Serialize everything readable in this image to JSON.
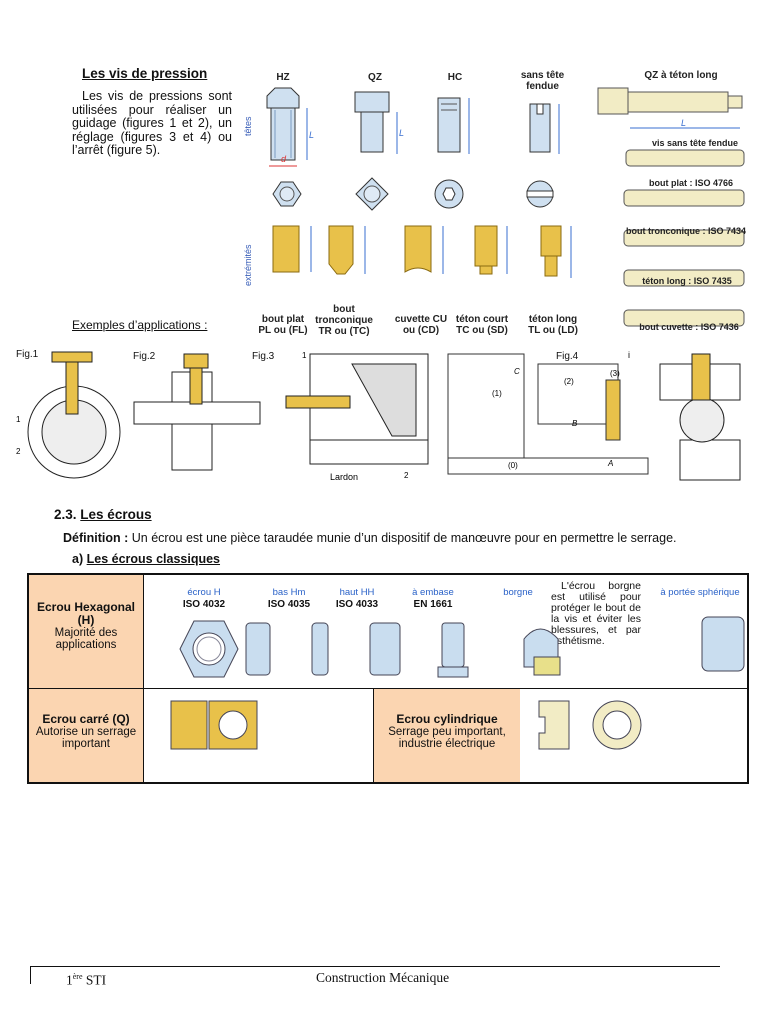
{
  "section1": {
    "title": "Les vis de pression",
    "intro": "Les vis de pressions sont utilisées pour réaliser un guidage (figures 1 et 2), un réglage (figures 3 et 4) ou l’arrêt (figure 5).",
    "col_headers": [
      "HZ",
      "QZ",
      "HC",
      "sans tête fendue",
      "QZ à téton long"
    ],
    "row_labels": [
      "têtes",
      "extrémités"
    ],
    "dim_labels": {
      "d": "d",
      "L": "L"
    },
    "tip_types": [
      "bout plat PL ou (FL)",
      "bout tronconique TR ou (TC)",
      "cuvette CU ou (CD)",
      "téton court TC ou (SD)",
      "téton long TL ou (LD)"
    ],
    "right_labels": [
      "vis sans tête fendue",
      "bout plat : ISO 4766",
      "bout tronconique : ISO 7434",
      "téton long : ISO 7435",
      "bout cuvette : ISO 7436"
    ],
    "examples_label": "Exemples d’applications :",
    "figs": [
      "Fig.1",
      "Fig.2",
      "Fig.3",
      "Fig.4"
    ],
    "fig_callouts": [
      "1",
      "2",
      "1",
      "2",
      "Lardon",
      "i",
      "C",
      "(2)",
      "(3)",
      "(1)",
      "B",
      "A",
      "(0)"
    ]
  },
  "section2": {
    "number": "2.3.",
    "title": "Les écrous",
    "definition_label": "Définition :",
    "definition": "Un écrou est une pièce taraudée munie d’un dispositif de manœuvre pour en permettre le serrage.",
    "sub_number": "a)",
    "sub_title": "Les écrous classiques"
  },
  "table": {
    "hex": {
      "title": "Ecrou Hexagonal (H)",
      "desc": "Majorité des applications",
      "types": [
        {
          "name": "écrou H",
          "iso": "ISO 4032"
        },
        {
          "name": "bas Hm",
          "iso": "ISO 4035"
        },
        {
          "name": "haut HH",
          "iso": "ISO 4033"
        },
        {
          "name": "à embase",
          "iso": "EN 1661"
        },
        {
          "name": "borgne",
          "iso": ""
        },
        {
          "name": "à portée sphérique",
          "iso": ""
        }
      ],
      "borgne_note": "L'écrou borgne est utilisé pour protéger le bout de la vis et éviter les blessures, et par esthétisme."
    },
    "square": {
      "title": "Ecrou carré (Q)",
      "desc": "Autorise un serrage important"
    },
    "cyl": {
      "title": "Ecrou cylindrique",
      "desc": "Serrage peu important, industrie électrique"
    }
  },
  "footer": {
    "class_num": "1",
    "class_sup": "ère",
    "class_name": "STI",
    "subject": "Construction Mécanique"
  },
  "colors": {
    "brass": "#e8c14a",
    "steel": "#c9ddef",
    "orange": "#fbd5b1",
    "blue_text": "#2a62c8"
  }
}
